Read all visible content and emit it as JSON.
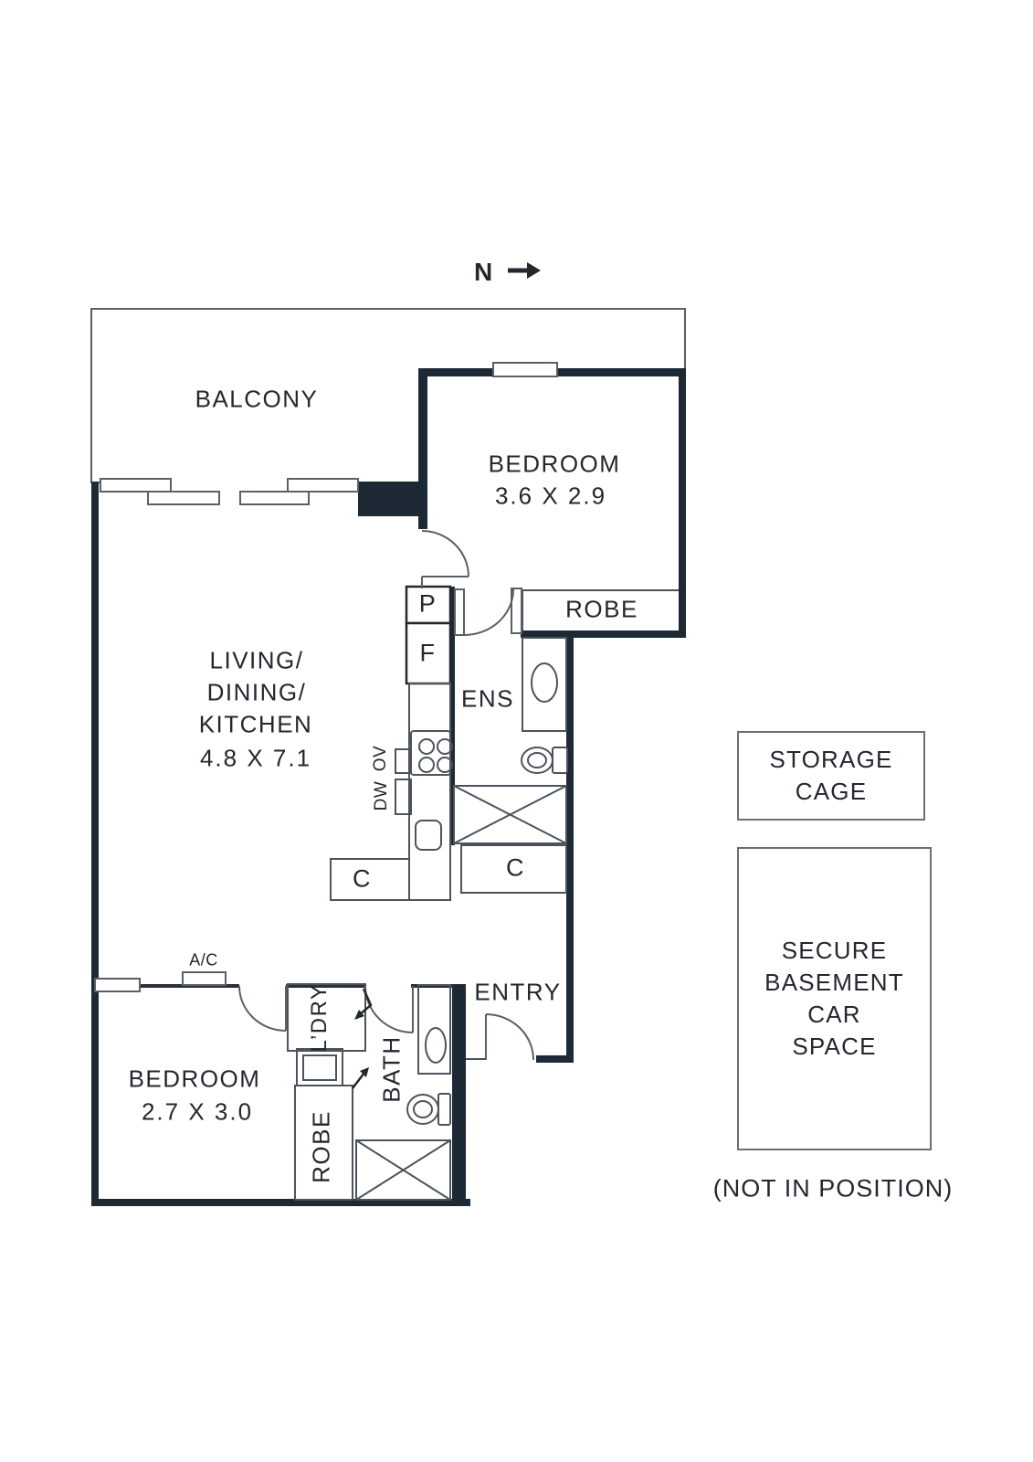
{
  "compass": {
    "label": "N"
  },
  "rooms": {
    "balcony": "BALCONY",
    "bedroom1": {
      "name": "BEDROOM",
      "dims": "3.6 X 2.9"
    },
    "robe1": "ROBE",
    "living": {
      "line1": "LIVING/",
      "line2": "DINING/",
      "line3": "KITCHEN",
      "dims": "4.8 X 7.1"
    },
    "ens": "ENS",
    "entry": "ENTRY",
    "bedroom2": {
      "name": "BEDROOM",
      "dims": "2.7 X 3.0"
    },
    "laundry": "L’DRY",
    "bath": "BATH",
    "robe2": "ROBE"
  },
  "fixtures": {
    "pantry": "P",
    "fridge": "F",
    "oven": "OV",
    "dishwasher": "DW",
    "cupboard_left": "C",
    "cupboard_right": "C",
    "aircon": "A/C"
  },
  "outbuildings": {
    "storage": {
      "line1": "STORAGE",
      "line2": "CAGE"
    },
    "car_space": {
      "line1": "SECURE",
      "line2": "BASEMENT",
      "line3": "CAR",
      "line4": "SPACE"
    },
    "note": "(NOT IN POSITION)"
  },
  "colors": {
    "wall": "#1e2936",
    "line": "#54585f",
    "text": "#23272e",
    "background": "#ffffff"
  }
}
